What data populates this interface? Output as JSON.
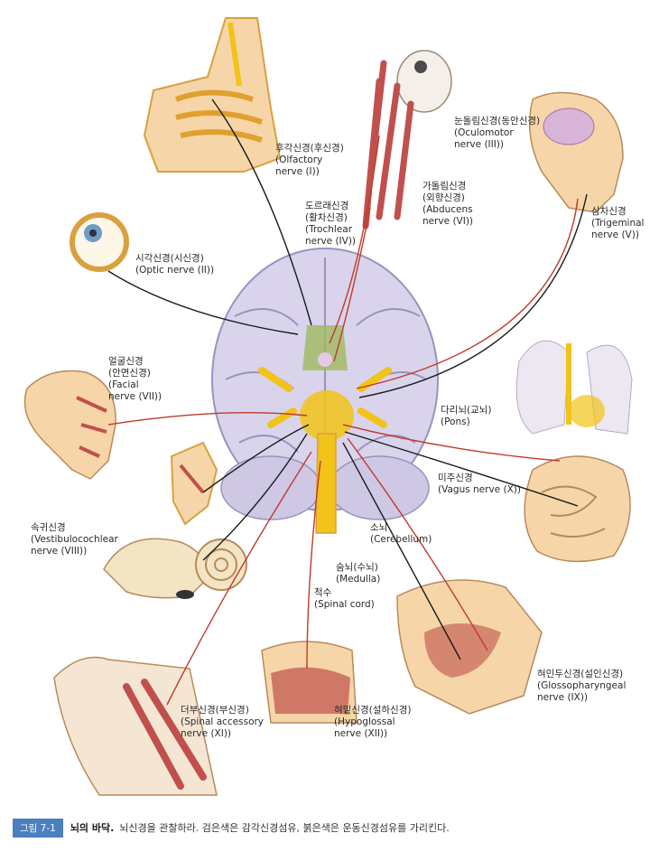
{
  "colors": {
    "sensory_fiber": "#1a1a1a",
    "motor_fiber": "#c0392b",
    "nerve_yellow": "#f2c318",
    "skin": "#f6d6a8",
    "cortex": "#d9d4ec",
    "muscle": "#c0504d"
  },
  "labels": {
    "olfactory": [
      "후각신경(후신경)",
      "(Olfactory",
      "nerve (I))"
    ],
    "oculomotor": [
      "눈돌림신경(동안신경)",
      "(Oculomotor",
      "nerve (III))"
    ],
    "trochlear": [
      "도르래신경",
      "(활차신경)",
      "(Trochlear",
      "nerve (IV))"
    ],
    "abducens": [
      "가돌림신경",
      "(외향신경)",
      "(Abducens",
      "nerve (VI))"
    ],
    "trigeminal": [
      "삼차신경",
      "(Trigeminal",
      "nerve (V))"
    ],
    "optic": [
      "시각신경(시신경)",
      "(Optic nerve (II))"
    ],
    "facial": [
      "얼굴신경",
      "(안면신경)",
      "(Facial",
      "nerve (VII))"
    ],
    "pons": [
      "다리뇌(교뇌)",
      "(Pons)"
    ],
    "vagus": [
      "미주신경",
      "(Vagus nerve (X))"
    ],
    "vestibulocochlear": [
      "속귀신경",
      "(Vestibulocochlear",
      "nerve (VIII))"
    ],
    "cerebellum": [
      "소뇌",
      "(Cerebellum)"
    ],
    "medulla": [
      "숨뇌(수뇌)",
      "(Medulla)"
    ],
    "spinal_cord": [
      "척수",
      "(Spinal cord)"
    ],
    "glossopharyngeal": [
      "혀인두신경(설인신경)",
      "(Glossopharyngeal",
      "nerve (IX))"
    ],
    "spinal_accessory": [
      "더부신경(부신경)",
      "(Spinal accessory",
      "nerve (XI))"
    ],
    "hypoglossal": [
      "혀밑신경(설하신경)",
      "(Hypoglossal",
      "nerve (XII))"
    ]
  },
  "caption": {
    "tag": "그림 7-1",
    "title": "뇌의 바닥.",
    "text": "뇌신경을 관찰하라. 검은색은 감각신경섬유, 붉은색은 운동신경섬유를 가리킨다."
  }
}
